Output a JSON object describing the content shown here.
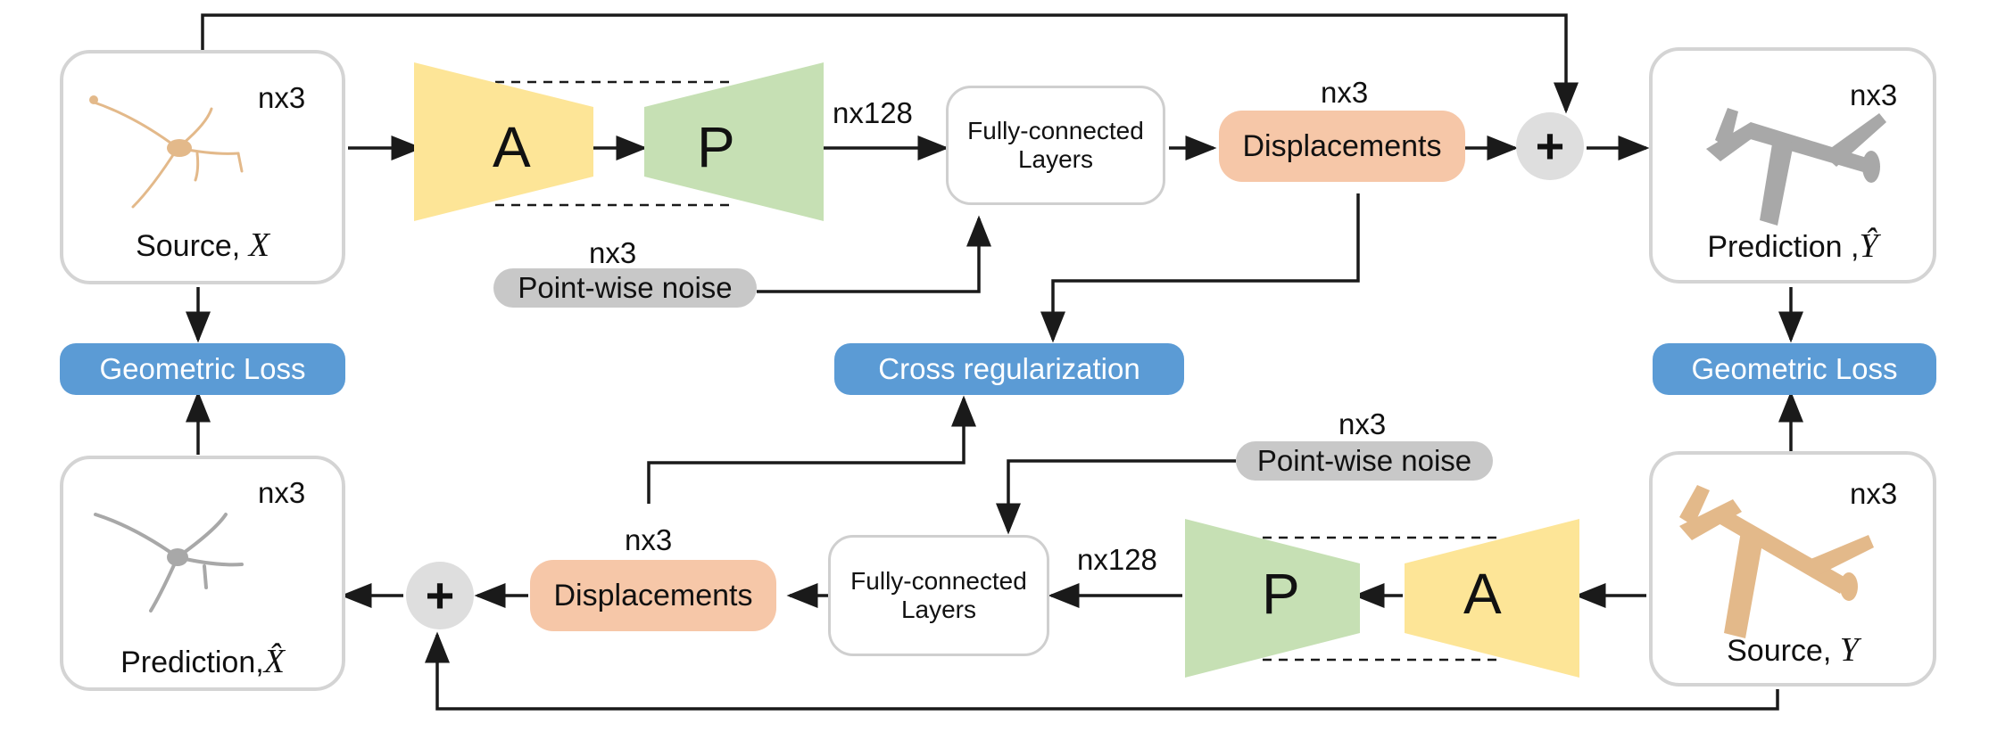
{
  "top_row": {
    "source": {
      "dim": "nx3",
      "label": "Source, ",
      "var": "X"
    },
    "encoder_a": "A",
    "encoder_p": "P",
    "feature_dim": "nx128",
    "fc": {
      "line1": "Fully-connected",
      "line2": "Layers"
    },
    "disp_dim": "nx3",
    "displacements": "Displacements",
    "plus": "+",
    "noise_dim": "nx3",
    "noise": "Point-wise noise",
    "prediction": {
      "dim": "nx3",
      "label": "Prediction ,",
      "var": "Ŷ"
    }
  },
  "bottom_row": {
    "source": {
      "dim": "nx3",
      "label": "Source, ",
      "var": "Y"
    },
    "encoder_a": "A",
    "encoder_p": "P",
    "feature_dim": "nx128",
    "fc": {
      "line1": "Fully-connected",
      "line2": "Layers"
    },
    "disp_dim": "nx3",
    "displacements": "Displacements",
    "plus": "+",
    "noise_dim": "nx3",
    "noise": "Point-wise noise",
    "prediction": {
      "dim": "nx3",
      "label": "Prediction,",
      "var": "X̂"
    }
  },
  "losses": {
    "left": "Geometric Loss",
    "center": "Cross regularization",
    "right": "Geometric Loss"
  },
  "colors": {
    "encoder_a": "#fde597",
    "encoder_p": "#c6e0b4",
    "displacements": "#f6c7a8",
    "loss": "#5b9bd5",
    "noise": "#c8c8c8",
    "source_cloud": "#e3b98a",
    "prediction_cloud": "#a8a8a8"
  }
}
